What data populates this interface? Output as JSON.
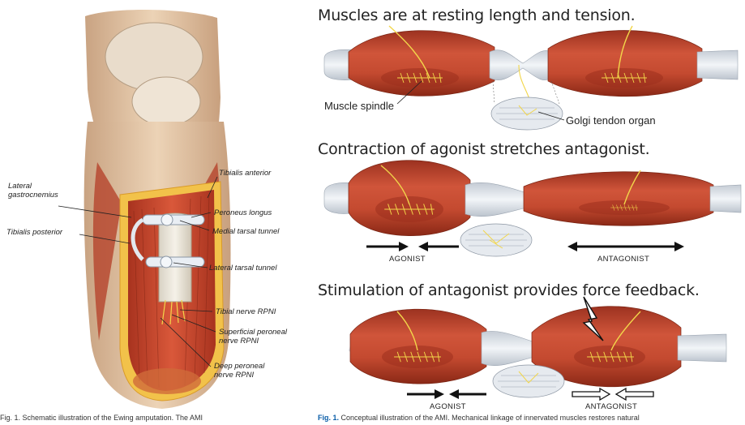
{
  "left_figure": {
    "callouts": {
      "lateral_gastrocnemius": "Lateral\ngastrocnemius",
      "tibialis_anterior": "Tibialis anterior",
      "tibialis_posterior": "Tibialis posterior",
      "peroneus_longus": "Peroneus longus",
      "medial_tarsal_tunnel": "Medial tarsal tunnel",
      "lateral_tarsal_tunnel": "Lateral tarsal tunnel",
      "tibial_nerve_rpni": "Tibial nerve RPNI",
      "superficial_peroneal_rpni": "Superficial peroneal\nnerve RPNI",
      "deep_peroneal_rpni": "Deep peroneal\nnerve RPNI"
    },
    "caption": "Fig. 1. Schematic illustration of the Ewing amputation. The AMI"
  },
  "right_figure": {
    "panels": [
      {
        "title": "Muscles are at resting length and tension."
      },
      {
        "title": "Contraction of agonist stretches antagonist."
      },
      {
        "title": "Stimulation of antagonist provides force feedback."
      }
    ],
    "labels": {
      "muscle_spindle": "Muscle spindle",
      "golgi_tendon_organ": "Golgi tendon organ",
      "agonist": "AGONIST",
      "antagonist": "ANTAGONIST"
    },
    "caption_fig": "Fig. 1.",
    "caption_text": " Conceptual illustration of the AMI. Mechanical linkage of innervated muscles restores natural"
  },
  "colors": {
    "muscle": "#c2432a",
    "muscle_dark": "#8e2a17",
    "tendon": "#dfe4ea",
    "nerve": "#f2d64a",
    "fat": "#f2c24a",
    "skin": "#e7c9a9"
  }
}
